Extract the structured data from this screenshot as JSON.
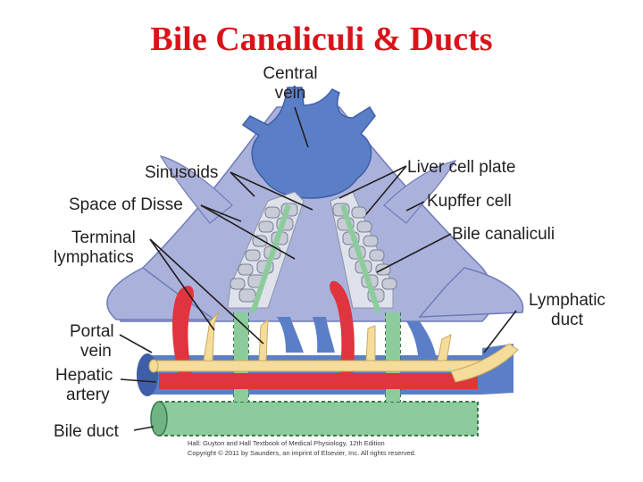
{
  "title": "Bile Canaliculi & Ducts",
  "labels": {
    "central_vein_1": "Central",
    "central_vein_2": "vein",
    "sinusoids": "Sinusoids",
    "space_of_disse": "Space of Disse",
    "terminal_lymphatics_1": "Terminal",
    "terminal_lymphatics_2": "lymphatics",
    "portal_vein_1": "Portal",
    "portal_vein_2": "vein",
    "hepatic_artery_1": "Hepatic",
    "hepatic_artery_2": "artery",
    "bile_duct": "Bile duct",
    "liver_cell_plate": "Liver cell plate",
    "kupffer_cell": "Kupffer cell",
    "bile_canaliculi": "Bile canaliculi",
    "lymphatic_duct_1": "Lymphatic",
    "lymphatic_duct_2": "duct"
  },
  "credit": {
    "line1": "Hall: Guyton and Hall Textbook of Medical Physiology, 12th Edition",
    "line2": "Copyright © 2011 by Saunders, an imprint of Elsevier, Inc. All rights reserved."
  },
  "colors": {
    "title": "#d8141b",
    "vein_blue": "#5a7fc6",
    "sinusoid_lavender": "#aab2dc",
    "hepatic_artery_red": "#e0343e",
    "lymphatic_yellow": "#f5dc9a",
    "bile_green": "#8ccc9c",
    "liver_cell_gray": "#c8ccd6"
  }
}
